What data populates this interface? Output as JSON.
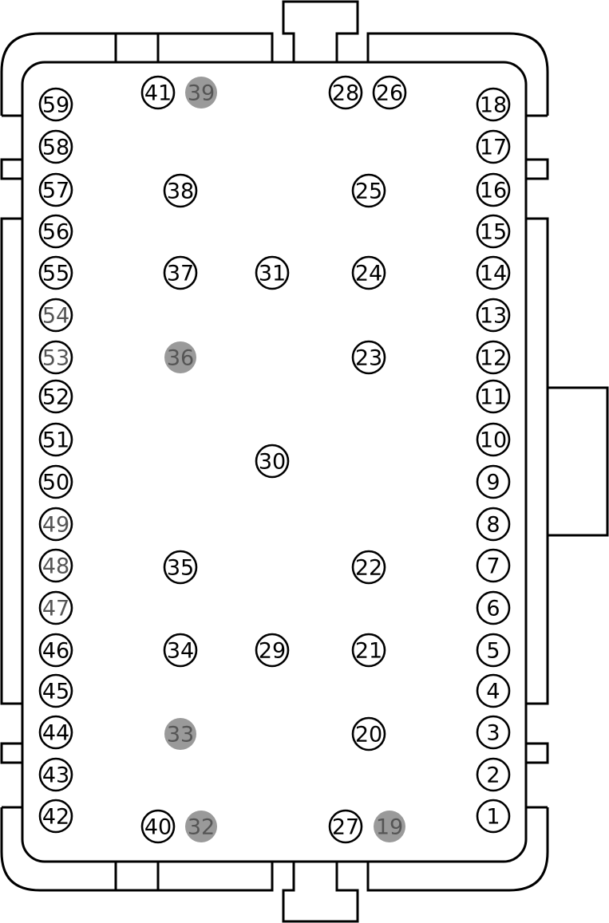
{
  "colors": {
    "outline": "#000000",
    "filled_pin": "#9a9a9a",
    "grey_label": "#555555"
  },
  "pins": [
    {
      "id": "59",
      "style": "open"
    },
    {
      "id": "58",
      "style": "open"
    },
    {
      "id": "57",
      "style": "open"
    },
    {
      "id": "56",
      "style": "open"
    },
    {
      "id": "55",
      "style": "open"
    },
    {
      "id": "54",
      "style": "grey-text"
    },
    {
      "id": "53",
      "style": "grey-text"
    },
    {
      "id": "52",
      "style": "open"
    },
    {
      "id": "51",
      "style": "open"
    },
    {
      "id": "50",
      "style": "open"
    },
    {
      "id": "49",
      "style": "grey-text"
    },
    {
      "id": "48",
      "style": "grey-text"
    },
    {
      "id": "47",
      "style": "grey-text"
    },
    {
      "id": "46",
      "style": "open"
    },
    {
      "id": "45",
      "style": "open"
    },
    {
      "id": "44",
      "style": "open"
    },
    {
      "id": "43",
      "style": "open"
    },
    {
      "id": "42",
      "style": "open"
    },
    {
      "id": "18",
      "style": "open"
    },
    {
      "id": "17",
      "style": "open"
    },
    {
      "id": "16",
      "style": "open"
    },
    {
      "id": "15",
      "style": "open"
    },
    {
      "id": "14",
      "style": "open"
    },
    {
      "id": "13",
      "style": "open"
    },
    {
      "id": "12",
      "style": "open"
    },
    {
      "id": "11",
      "style": "open"
    },
    {
      "id": "10",
      "style": "open"
    },
    {
      "id": "9",
      "style": "open"
    },
    {
      "id": "8",
      "style": "open"
    },
    {
      "id": "7",
      "style": "open"
    },
    {
      "id": "6",
      "style": "open"
    },
    {
      "id": "5",
      "style": "open"
    },
    {
      "id": "4",
      "style": "open"
    },
    {
      "id": "3",
      "style": "open"
    },
    {
      "id": "2",
      "style": "open"
    },
    {
      "id": "1",
      "style": "open"
    },
    {
      "id": "41",
      "style": "open"
    },
    {
      "id": "39",
      "style": "filled"
    },
    {
      "id": "28",
      "style": "open"
    },
    {
      "id": "26",
      "style": "open"
    },
    {
      "id": "38",
      "style": "open"
    },
    {
      "id": "25",
      "style": "open"
    },
    {
      "id": "37",
      "style": "open"
    },
    {
      "id": "31",
      "style": "open"
    },
    {
      "id": "24",
      "style": "open"
    },
    {
      "id": "36",
      "style": "filled"
    },
    {
      "id": "23",
      "style": "open"
    },
    {
      "id": "30",
      "style": "open"
    },
    {
      "id": "35",
      "style": "open"
    },
    {
      "id": "22",
      "style": "open"
    },
    {
      "id": "34",
      "style": "open"
    },
    {
      "id": "29",
      "style": "open"
    },
    {
      "id": "21",
      "style": "open"
    },
    {
      "id": "33",
      "style": "filled"
    },
    {
      "id": "20",
      "style": "open"
    },
    {
      "id": "40",
      "style": "open"
    },
    {
      "id": "32",
      "style": "filled"
    },
    {
      "id": "27",
      "style": "open"
    },
    {
      "id": "19",
      "style": "filled"
    }
  ]
}
